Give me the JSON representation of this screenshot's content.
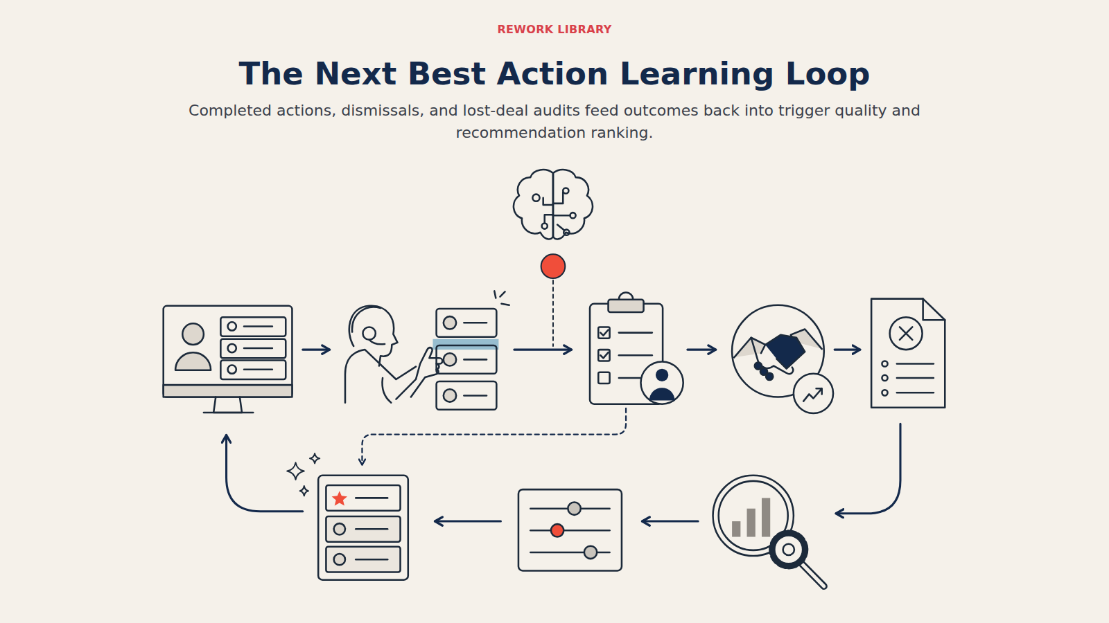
{
  "diagram": {
    "title": "The Next Best Action Learning Loop",
    "caption": "Completed actions, dismissals, and lost-deal audits feed outcomes back into trigger quality and recommendation ranking.",
    "labels": [
      "REWORK LIBRARY"
    ]
  }
}
